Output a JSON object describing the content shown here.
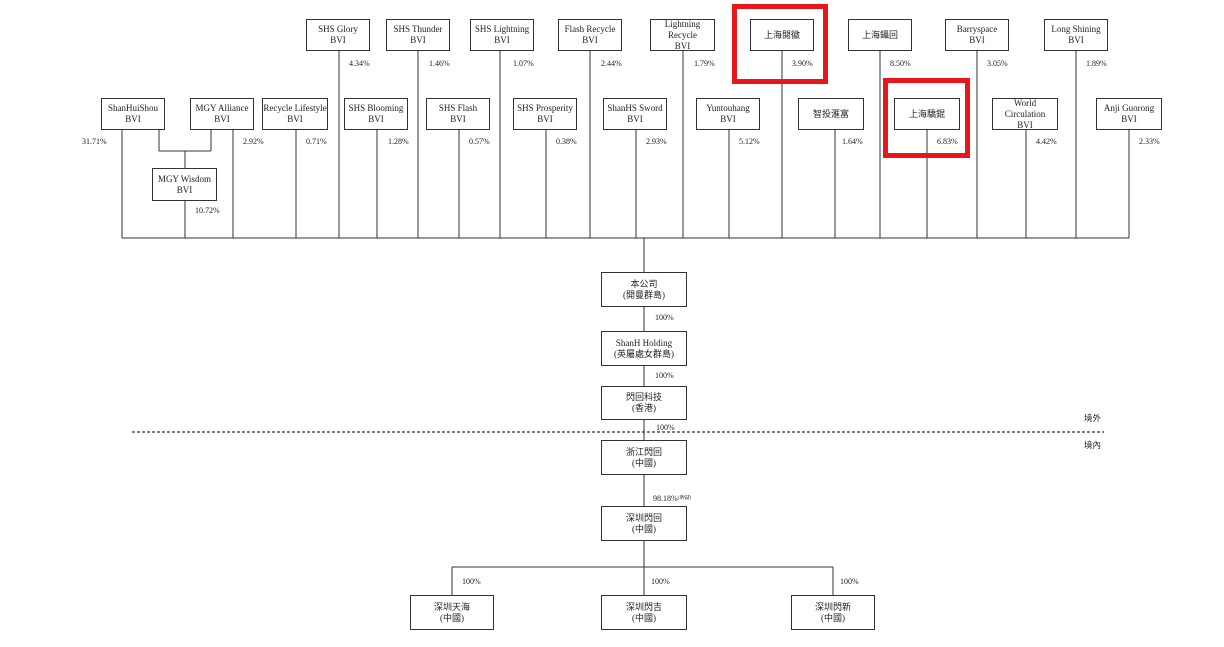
{
  "shareholders_top": [
    {
      "line1": "SHS Glory",
      "line2": "BVI",
      "pct": "4.34%"
    },
    {
      "line1": "SHS Thunder",
      "line2": "BVI",
      "pct": "1.46%"
    },
    {
      "line1": "SHS Lightning",
      "line2": "BVI",
      "pct": "1.07%"
    },
    {
      "line1": "Flash Recycle",
      "line2": "BVI",
      "pct": "2.44%"
    },
    {
      "line1": "Lightning Recycle",
      "line2": "BVI",
      "pct": "1.79%"
    },
    {
      "line1": "上海閱徽",
      "line2": "",
      "pct": "3.90%"
    },
    {
      "line1": "上海鑷回",
      "line2": "",
      "pct": "8.50%"
    },
    {
      "line1": "Barryspace",
      "line2": "BVI",
      "pct": "3.05%"
    },
    {
      "line1": "Long Shining",
      "line2": "BVI",
      "pct": "1.89%"
    }
  ],
  "shareholders_mid": [
    {
      "line1": "ShanHuiShou",
      "line2": "BVI",
      "pct": "31.71%"
    },
    {
      "line1": "MGY Alliance",
      "line2": "BVI",
      "pct": "2.92%"
    },
    {
      "line1": "Recycle Lifestyle",
      "line2": "BVI",
      "pct": "0.71%"
    },
    {
      "line1": "SHS Blooming",
      "line2": "BVI",
      "pct": "1.28%"
    },
    {
      "line1": "SHS Flash",
      "line2": "BVI",
      "pct": "0.57%"
    },
    {
      "line1": "SHS Prosperity",
      "line2": "BVI",
      "pct": "0.38%"
    },
    {
      "line1": "ShanHS Sword",
      "line2": "BVI",
      "pct": "2.93%"
    },
    {
      "line1": "Yuntouhang",
      "line2": "BVI",
      "pct": "5.12%"
    },
    {
      "line1": "智投滙富",
      "line2": "",
      "pct": "1.64%"
    },
    {
      "line1": "上海驕錕",
      "line2": "",
      "pct": "6.83%"
    },
    {
      "line1": "World Circulation",
      "line2": "BVI",
      "pct": "4.42%"
    },
    {
      "line1": "Anji Guorong",
      "line2": "BVI",
      "pct": "2.33%"
    }
  ],
  "mgy_wisdom": {
    "line1": "MGY Wisdom",
    "line2": "BVI",
    "pct": "10.72%"
  },
  "chain": [
    {
      "line1": "本公司",
      "line2": "(開曼群島)",
      "pct": "100%"
    },
    {
      "line1": "ShanH Holding",
      "line2": "(英屬處女群島)",
      "pct": "100%"
    },
    {
      "line1": "閃回科技",
      "line2": "(香港)",
      "pct": "100%"
    },
    {
      "line1": "浙江閃回",
      "line2": "(中國)",
      "pct": "98.18%",
      "pct_note": "(附註)"
    },
    {
      "line1": "深圳閃回",
      "line2": "(中國)"
    }
  ],
  "subsidiaries": [
    {
      "line1": "深圳天海",
      "line2": "(中國)",
      "pct": "100%"
    },
    {
      "line1": "深圳閃吉",
      "line2": "(中國)",
      "pct": "100%"
    },
    {
      "line1": "深圳閃新",
      "line2": "(中國)",
      "pct": "100%"
    }
  ],
  "offshore_label": "境外",
  "onshore_label": "境內",
  "highlight_color": "#e8171b"
}
